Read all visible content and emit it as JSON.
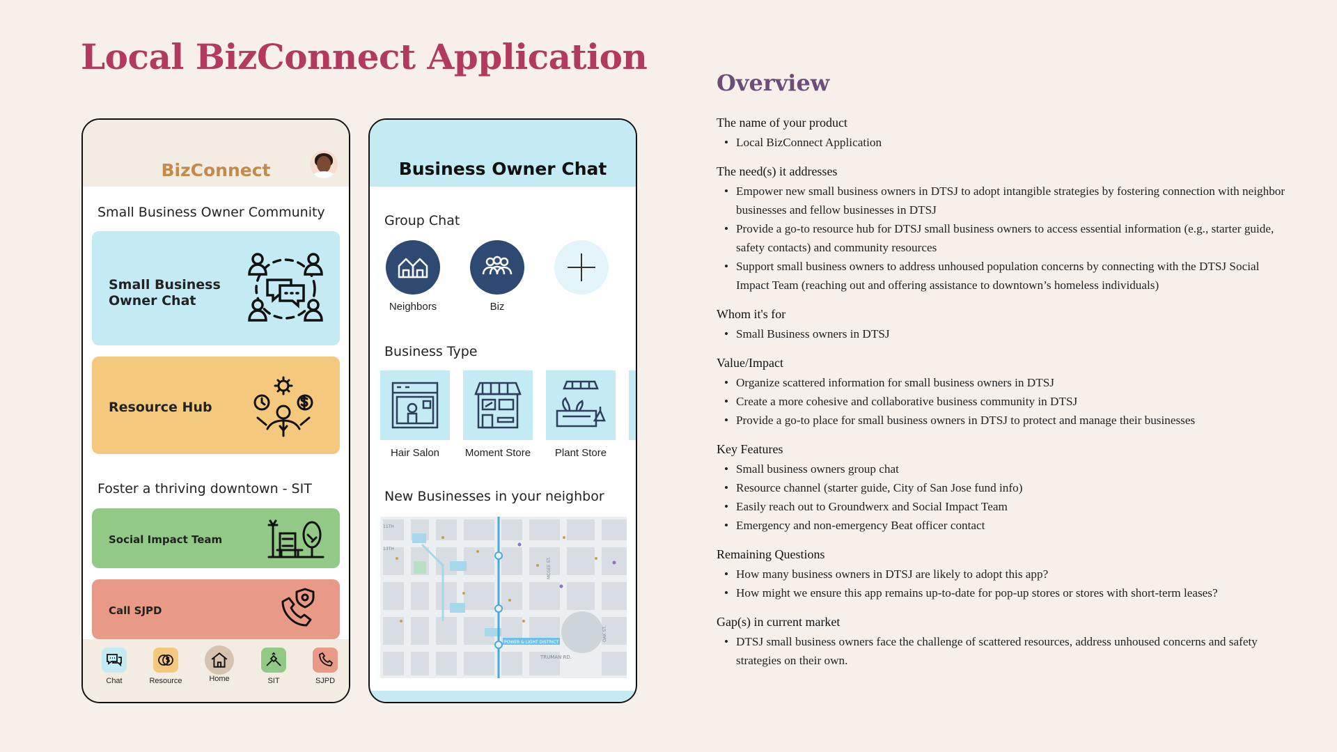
{
  "page": {
    "title": "Local BizConnect Application"
  },
  "phone1": {
    "app_title": "BizConnect",
    "community_label": "Small Business Owner Community",
    "cards": {
      "chat": "Small Business\nOwner Chat",
      "resource": "Resource Hub",
      "sit": "Social Impact Team",
      "sjpd": "Call SJPD"
    },
    "downtown_label": "Foster a thriving downtown - SIT",
    "nav": [
      {
        "label": "Chat",
        "icon": "chat-icon"
      },
      {
        "label": "Resource",
        "icon": "money-icon"
      },
      {
        "label": "Home",
        "icon": "home-icon"
      },
      {
        "label": "SIT",
        "icon": "handshake-icon"
      },
      {
        "label": "SJPD",
        "icon": "phone-icon"
      }
    ],
    "colors": {
      "chat_card": "#c4eaf3",
      "resource_card": "#f4c97d",
      "sit_card": "#93c987",
      "sjpd_card": "#e89a86",
      "title": "#c28a4b"
    }
  },
  "phone2": {
    "header_title": "Business Owner Chat",
    "group_chat_label": "Group Chat",
    "groups": [
      {
        "label": "Neighbors",
        "icon": "houses-icon"
      },
      {
        "label": "Biz",
        "icon": "people-icon"
      },
      {
        "label": "",
        "icon": "plus-icon"
      }
    ],
    "business_type_label": "Business Type",
    "business_types": [
      "Hair Salon",
      "Moment Store",
      "Plant Store"
    ],
    "new_businesses_label": "New Businesses in your neighbor",
    "map_labels": {
      "district": "POWER & LIGHT DISTRICT",
      "road": "TRUMAN RD.",
      "street1": "MCGEE ST.",
      "street2": "11TH",
      "street3": "13TH",
      "street4": "OAK ST."
    }
  },
  "overview": {
    "title": "Overview",
    "sections": [
      {
        "heading": "The name of your product",
        "items": [
          "Local BizConnect Application"
        ]
      },
      {
        "heading": "The need(s) it addresses",
        "items": [
          "Empower new small business owners in DTSJ to adopt intangible strategies by fostering connection with neighbor businesses and fellow businesses in DTSJ",
          "Provide a go-to resource hub for DTSJ small business owners to access essential information (e.g., starter guide, safety contacts) and community resources",
          "Support small business owners to address unhoused population concerns by connecting with the DTSJ Social Impact Team (reaching out and offering assistance to downtown’s homeless individuals)"
        ]
      },
      {
        "heading": "Whom it's for",
        "items": [
          "Small Business owners in DTSJ"
        ]
      },
      {
        "heading": "Value/Impact",
        "items": [
          "Organize scattered information for small business owners in DTSJ",
          "Create a more cohesive and collaborative business community in DTSJ",
          "Provide a go-to place for small business owners in DTSJ to protect and manage their businesses"
        ]
      },
      {
        "heading": "Key Features",
        "items": [
          "Small business owners group chat",
          "Resource channel (starter guide, City of San Jose fund info)",
          "Easily reach out to Groundwerx and Social Impact Team",
          "Emergency and non-emergency Beat officer contact"
        ]
      },
      {
        "heading": "Remaining Questions",
        "items": [
          "How many business owners in DTSJ are likely to adopt this app?",
          "How might we ensure this app remains up-to-date for pop-up stores or stores with short-term leases?"
        ]
      },
      {
        "heading": "Gap(s) in current market",
        "items": [
          "DTSJ small business owners face the challenge of scattered resources, address unhoused concerns and safety strategies on their own."
        ]
      }
    ]
  }
}
